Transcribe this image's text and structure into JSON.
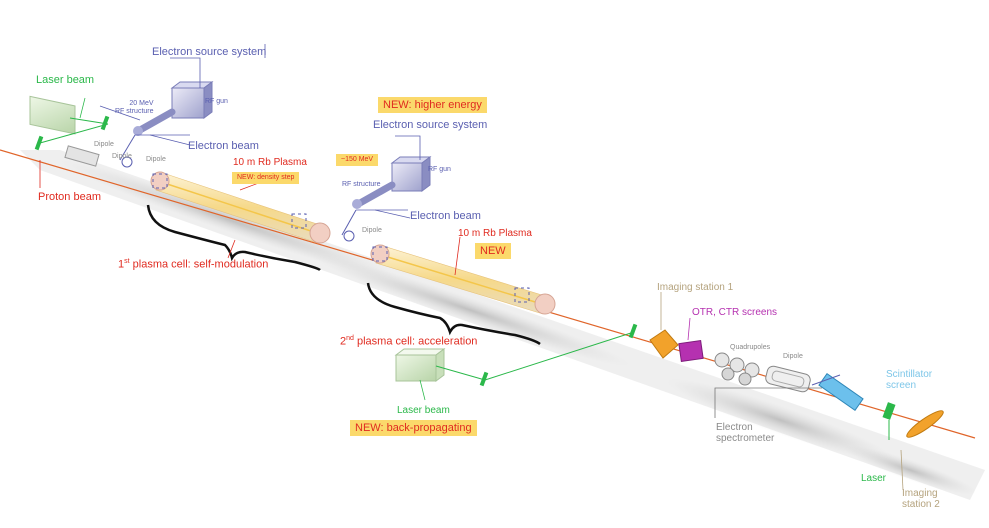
{
  "labels": {
    "laser_beam_top": "Laser beam",
    "electron_source_1": "Electron source system",
    "rf_structure_1": "20 MeV\nRF structure",
    "rf_gun_1": "RF gun",
    "dipole_1a": "Dipole",
    "dipole_1b": "Dipole",
    "dipole_1c": "Dipole",
    "electron_beam_1": "Electron beam",
    "proton_beam": "Proton beam",
    "plasma_1": "10 m Rb Plasma",
    "new_density_step": "NEW: density step",
    "plasma_cell_1_sup": "st",
    "plasma_cell_1_num": "1",
    "plasma_cell_1_text": " plasma cell: self-modulation",
    "new_higher_energy": "NEW: higher energy",
    "electron_source_2": "Electron source system",
    "energy_150": "~150 MeV",
    "rf_structure_2": "RF structure",
    "rf_gun_2": "RF gun",
    "electron_beam_2": "Electron beam",
    "dipole_2": "Dipole",
    "plasma_2": "10 m Rb Plasma",
    "new_2": "NEW",
    "plasma_cell_2_num": "2",
    "plasma_cell_2_sup": "nd",
    "plasma_cell_2_text": " plasma cell: acceleration",
    "laser_beam_bottom": "Laser beam",
    "new_back_propagating": "NEW: back-propagating",
    "imaging_station_1": "Imaging station 1",
    "otr_ctr": "OTR, CTR screens",
    "quadrupoles": "Quadrupoles",
    "dipole_3": "Dipole",
    "scintillator": "Scintillator\nscreen",
    "electron_spectrometer": "Electron\nspectrometer",
    "laser_end": "Laser",
    "imaging_station_2": "Imaging\nstation 2"
  },
  "colors": {
    "electron": "#5a5fb0",
    "proton": "#e02b20",
    "laser": "#2bb84a",
    "highlight": "#fbd96b",
    "imaging": "#b5a37e",
    "otr": "#b531b0",
    "scintillator": "#7dc6e8"
  }
}
